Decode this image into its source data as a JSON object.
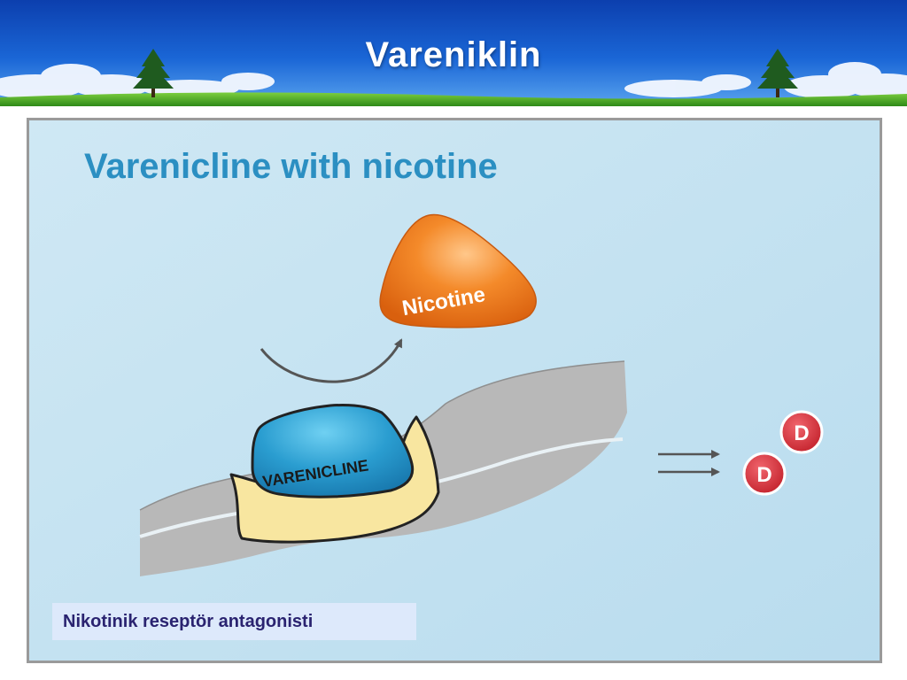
{
  "slide": {
    "title": "Vareniklin"
  },
  "figure": {
    "heading": "Varenicline with nicotine",
    "nicotine_label": "Nicotine",
    "varenicline_label": "VARENICLINE",
    "dopamine_labels": [
      "D",
      "D"
    ]
  },
  "caption": {
    "text": "Nikotinik reseptör antagonisti"
  },
  "colors": {
    "banner_blue": "#1457c7",
    "figure_background": "#cde7f3",
    "heading_blue": "#2b8fc2",
    "nicotine_orange": "#f07a1c",
    "varenicline_blue": "#1f94c8",
    "receptor_gray": "#b8b8b8",
    "binding_site_yellow": "#f8e6a0",
    "dopamine_red": "#d8303a",
    "caption_text": "#2a2370"
  }
}
